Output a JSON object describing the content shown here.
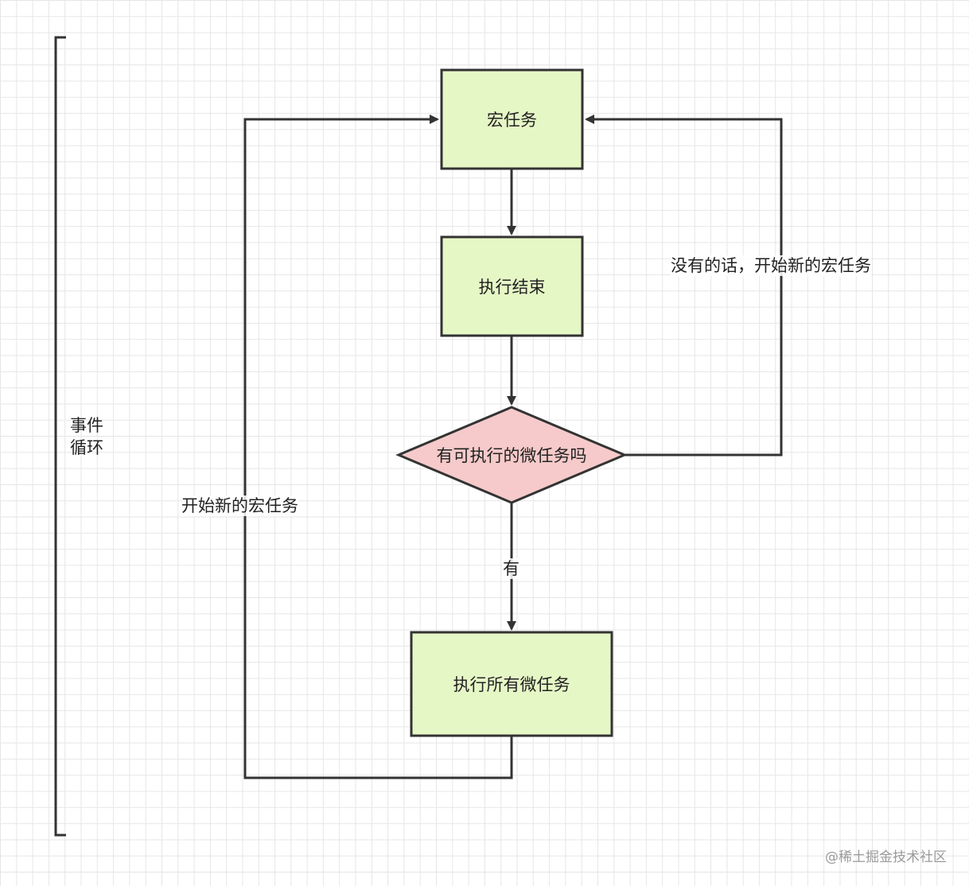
{
  "diagram": {
    "bracket_label_line1": "事件",
    "bracket_label_line2": "循环",
    "nodes": {
      "macro_task": "宏任务",
      "execution_done": "执行结束",
      "decision": "有可执行的微任务吗",
      "run_micro_tasks": "执行所有微任务"
    },
    "edges": {
      "no_label": "没有的话，开始新的宏任务",
      "yes_label": "有",
      "loop_label": "开始新的宏任务"
    },
    "colors": {
      "task_fill": "#e6f7c6",
      "decision_fill": "#f6caca",
      "stroke": "#333333"
    }
  },
  "watermark": "@稀土掘金技术社区"
}
